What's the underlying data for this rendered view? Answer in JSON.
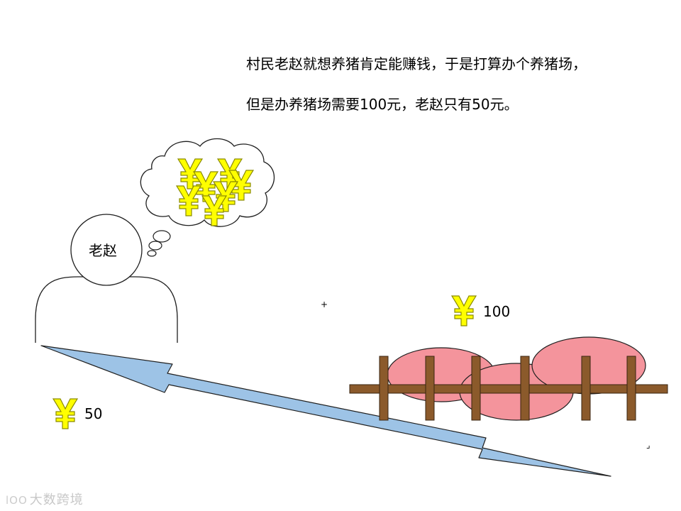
{
  "text": {
    "line1": "村民老赵就想养猪肯定能赚钱，于是打算办个养猪场，",
    "line2": "但是办养猪场需要100元，老赵只有50元。"
  },
  "person": {
    "name": "老赵"
  },
  "money": {
    "symbol": "￥",
    "have_amount": "50",
    "need_amount": "100"
  },
  "watermark": {
    "logo": "lOO",
    "text": "大数跨境"
  },
  "marks": {
    "plus": "+",
    "corner": "⌟"
  },
  "colors": {
    "yuan_fill": "#ffff00",
    "yuan_stroke": "#8a8a00",
    "arrow_fill": "#9dc3e6",
    "arrow_stroke": "#1f1f1f",
    "pig_fill": "#f4949c",
    "fence_fill": "#8b5a2b"
  },
  "icons": [
    "person-icon",
    "thought-cloud-icon",
    "yuan-icon",
    "double-arrow-icon",
    "pig-icon",
    "fence-icon"
  ]
}
